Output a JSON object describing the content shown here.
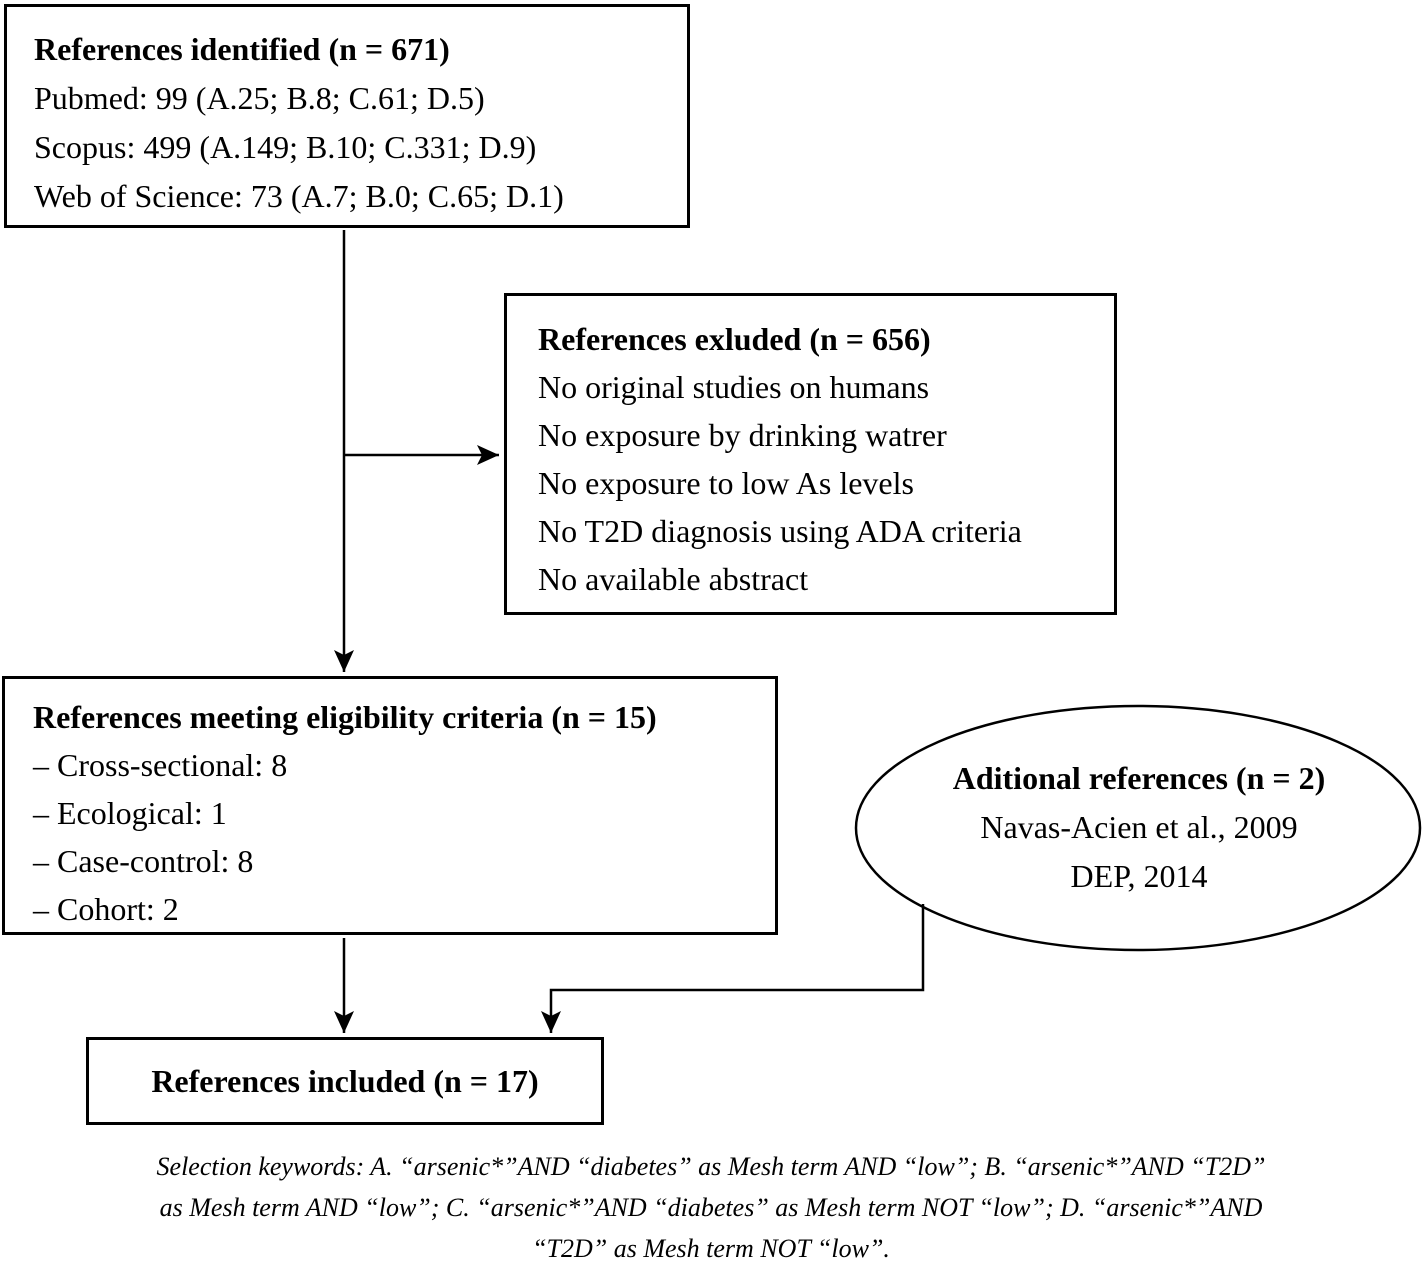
{
  "diagram": {
    "identified": {
      "title": "References identified (n = 671)",
      "lines": [
        "Pubmed: 99 (A.25; B.8; C.61; D.5)",
        "Scopus: 499 (A.149; B.10; C.331; D.9)",
        "Web of Science: 73 (A.7; B.0; C.65; D.1)"
      ]
    },
    "excluded": {
      "title": "References exluded (n = 656)",
      "lines": [
        "No original studies on humans",
        "No exposure by drinking watrer",
        "No exposure to low As levels",
        "No T2D diagnosis using ADA criteria",
        "No available abstract"
      ]
    },
    "eligible": {
      "title": "References meeting eligibility criteria (n = 15)",
      "lines": [
        "– Cross-sectional: 8",
        "– Ecological: 1",
        "– Case-control: 8",
        "– Cohort: 2"
      ]
    },
    "additional": {
      "title": "Aditional references (n = 2)",
      "lines": [
        "Navas-Acien et al., 2009",
        "DEP, 2014"
      ]
    },
    "included": {
      "title": "References included (n = 17)"
    },
    "footer": {
      "lines": [
        "Selection keywords: A. “arsenic*”AND “diabetes” as Mesh term AND “low”; B. “arsenic*”AND “T2D”",
        "as Mesh term AND “low”; C. “arsenic*”AND “diabetes” as Mesh term NOT “low”; D. “arsenic*”AND",
        "“T2D” as Mesh term NOT “low”."
      ]
    },
    "colors": {
      "line": "#000000",
      "background": "#ffffff"
    }
  }
}
